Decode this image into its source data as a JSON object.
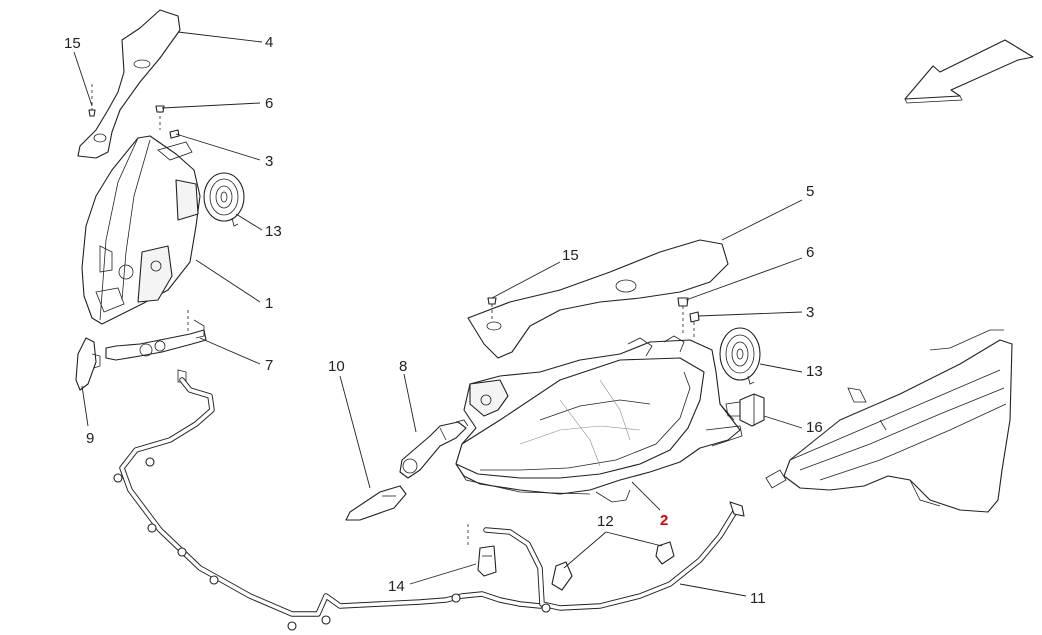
{
  "diagram": {
    "highlight_color": "#dd0000",
    "labels": {
      "l15a": "15",
      "l4": "4",
      "l6a": "6",
      "l3a": "3",
      "l13a": "13",
      "l1": "1",
      "l7": "7",
      "l9": "9",
      "l5": "5",
      "l15b": "15",
      "l6b": "6",
      "l3b": "3",
      "l13b": "13",
      "l16": "16",
      "l10": "10",
      "l8": "8",
      "l2": "2",
      "l12": "12",
      "l14": "14",
      "l11": "11"
    }
  }
}
